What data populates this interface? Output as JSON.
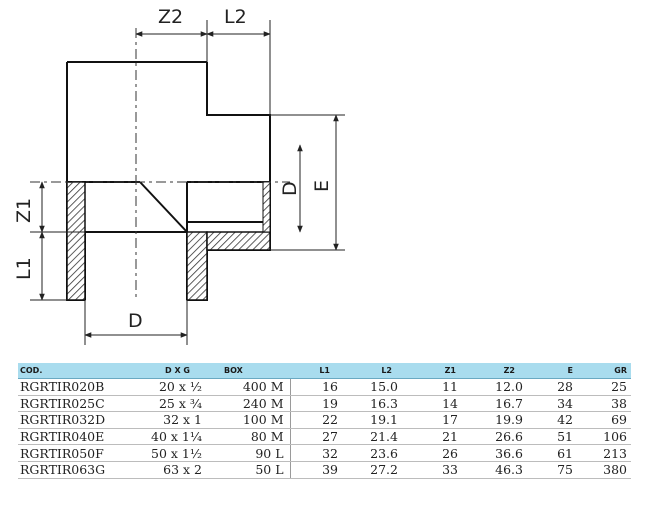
{
  "drawing": {
    "labels": {
      "z2": "Z2",
      "l2": "L2",
      "z1": "Z1",
      "l1": "L1",
      "d_side": "D",
      "e": "E",
      "d_bottom": "D"
    }
  },
  "table": {
    "headers": [
      "COD.",
      "D X G",
      "BOX",
      "L1",
      "L2",
      "Z1",
      "Z2",
      "E",
      "GR"
    ],
    "rows": [
      {
        "cod": "RGRTIR020B",
        "dxg": "20 x ½",
        "box": "400 M",
        "l1": "16",
        "l2": "15.0",
        "z1": "11",
        "z2": "12.0",
        "e": "28",
        "gr": "25"
      },
      {
        "cod": "RGRTIR025C",
        "dxg": "25 x ¾",
        "box": "240 M",
        "l1": "19",
        "l2": "16.3",
        "z1": "14",
        "z2": "16.7",
        "e": "34",
        "gr": "38"
      },
      {
        "cod": "RGRTIR032D",
        "dxg": "32 x 1",
        "box": "100 M",
        "l1": "22",
        "l2": "19.1",
        "z1": "17",
        "z2": "19.9",
        "e": "42",
        "gr": "69"
      },
      {
        "cod": "RGRTIR040E",
        "dxg": "40 x 1¼",
        "box": "80 M",
        "l1": "27",
        "l2": "21.4",
        "z1": "21",
        "z2": "26.6",
        "e": "51",
        "gr": "106"
      },
      {
        "cod": "RGRTIR050F",
        "dxg": "50 x 1½",
        "box": "90 L",
        "l1": "32",
        "l2": "23.6",
        "z1": "26",
        "z2": "36.6",
        "e": "61",
        "gr": "213"
      },
      {
        "cod": "RGRTIR063G",
        "dxg": "63 x 2",
        "box": "50 L",
        "l1": "39",
        "l2": "27.2",
        "z1": "33",
        "z2": "46.3",
        "e": "75",
        "gr": "380"
      }
    ]
  }
}
